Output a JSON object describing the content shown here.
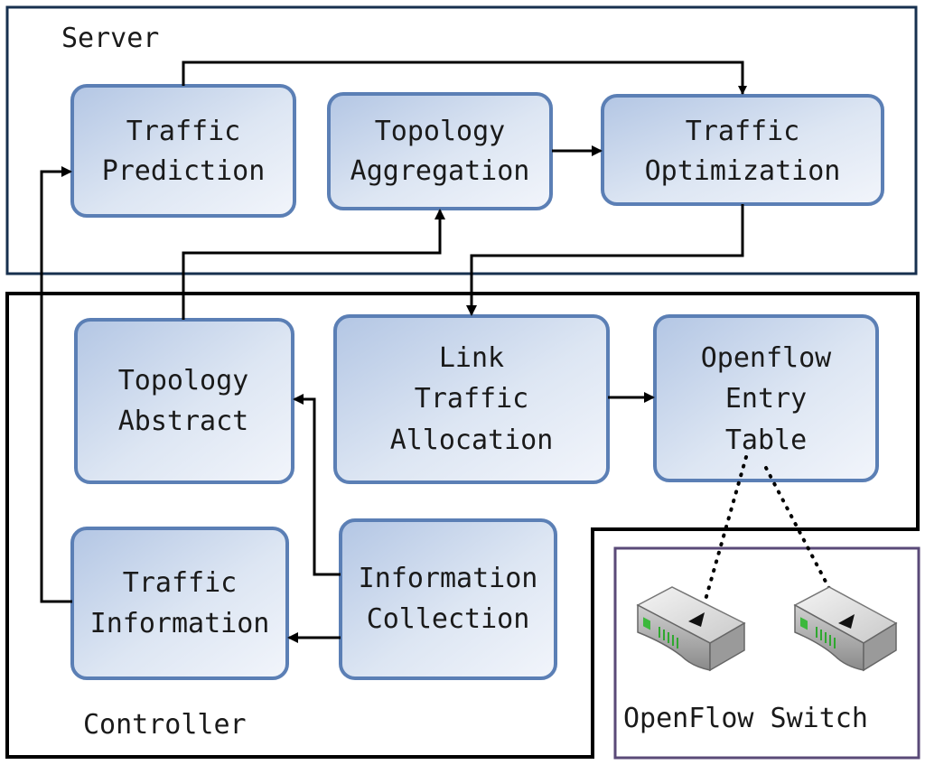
{
  "regions": {
    "server": {
      "label": "Server"
    },
    "controller": {
      "label": "Controller"
    },
    "switch_area": {
      "label": "OpenFlow Switch"
    }
  },
  "boxes": {
    "traffic_prediction": {
      "lines": [
        "Traffic",
        "Prediction"
      ]
    },
    "topology_aggregation": {
      "lines": [
        "Topology",
        "Aggregation"
      ]
    },
    "traffic_optimization": {
      "lines": [
        "Traffic",
        "Optimization"
      ]
    },
    "topology_abstract": {
      "lines": [
        "Topology",
        "Abstract"
      ]
    },
    "link_traffic_allocation": {
      "lines": [
        "Link",
        "Traffic",
        "Allocation"
      ]
    },
    "openflow_entry_table": {
      "lines": [
        "Openflow",
        "Entry",
        "Table"
      ]
    },
    "traffic_information": {
      "lines": [
        "Traffic",
        "Information"
      ]
    },
    "information_collection": {
      "lines": [
        "Information",
        "Collection"
      ]
    }
  },
  "icons": {
    "switch_left": "network-switch-icon",
    "switch_right": "network-switch-icon"
  },
  "colors": {
    "box_border": "#5b7fb5",
    "box_fill_light": "#eef2f9",
    "box_fill_dark": "#b9cbe6",
    "server_border": "#17304f",
    "switch_border": "#5a4a78"
  }
}
